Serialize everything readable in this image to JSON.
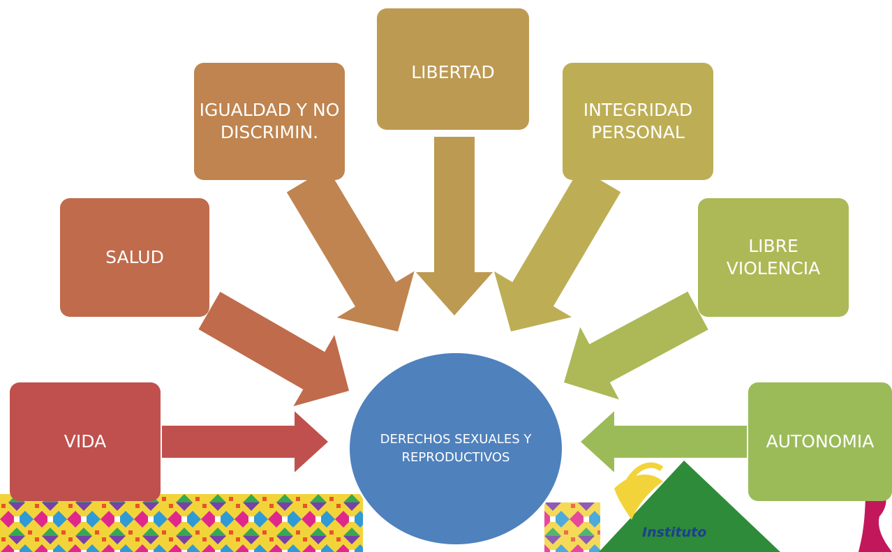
{
  "diagram": {
    "center": {
      "label": "DERECHOS SEXUALES Y REPRODUCTIVOS",
      "color": "#4f81bd"
    },
    "nodes": [
      {
        "id": "vida",
        "label": "VIDA",
        "color": "#c0504d"
      },
      {
        "id": "salud",
        "label": "SALUD",
        "color": "#bf6b4c"
      },
      {
        "id": "igualdad",
        "label": "IGUALDAD Y NO DISCRIMIN.",
        "color": "#bf844f"
      },
      {
        "id": "libertad",
        "label": "LIBERTAD",
        "color": "#bd9a52"
      },
      {
        "id": "integridad",
        "label": "INTEGRIDAD PERSONAL",
        "color": "#bdae55"
      },
      {
        "id": "libre-violencia",
        "label": "LIBRE VIOLENCIA",
        "color": "#acb956"
      },
      {
        "id": "autonomia",
        "label": "AUTONOMIA",
        "color": "#9bbb59"
      }
    ]
  },
  "logo": {
    "text": "Instituto"
  }
}
